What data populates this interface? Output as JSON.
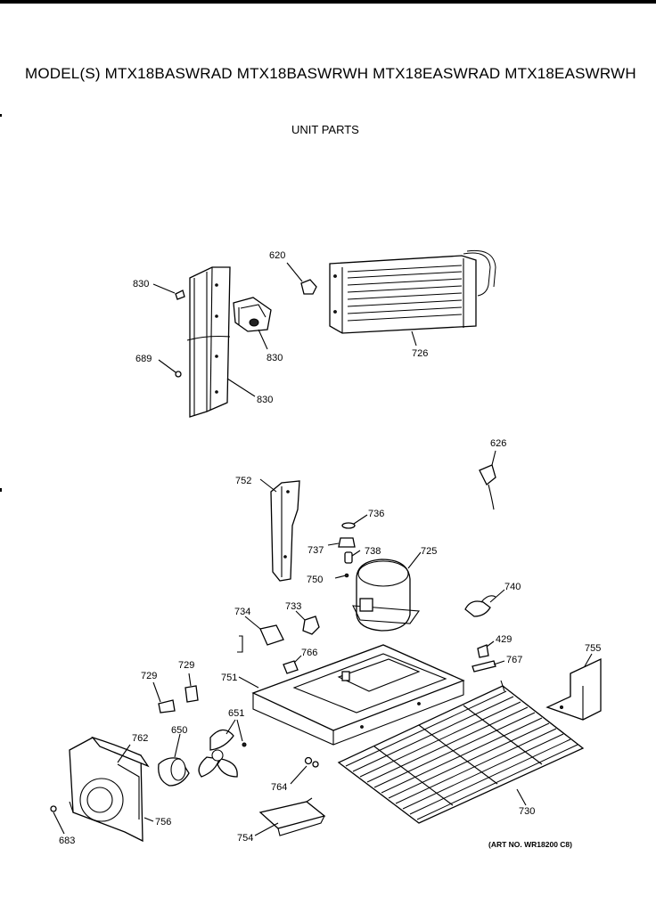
{
  "header": {
    "models_line": "MODEL(S) MTX18BASWRAD  MTX18BASWRWH  MTX18EASWRAD  MTX18EASWRWH",
    "section_title": "UNIT PARTS"
  },
  "footer": {
    "art_number": "(ART NO. WR18200 C8)"
  },
  "callouts": {
    "c830_screw": "830",
    "c830_bracket": "830",
    "c830_channel": "830",
    "c689": "689",
    "c620": "620",
    "c726": "726",
    "c626": "626",
    "c752": "752",
    "c736": "736",
    "c737": "737",
    "c738": "738",
    "c750": "750",
    "c725": "725",
    "c740": "740",
    "c734": "734",
    "c733": "733",
    "c766": "766",
    "c429": "429",
    "c767": "767",
    "c755": "755",
    "c729_left": "729",
    "c729_right": "729",
    "c751": "751",
    "c651": "651",
    "c762": "762",
    "c650": "650",
    "c764": "764",
    "c730": "730",
    "c756": "756",
    "c683": "683",
    "c754": "754"
  }
}
